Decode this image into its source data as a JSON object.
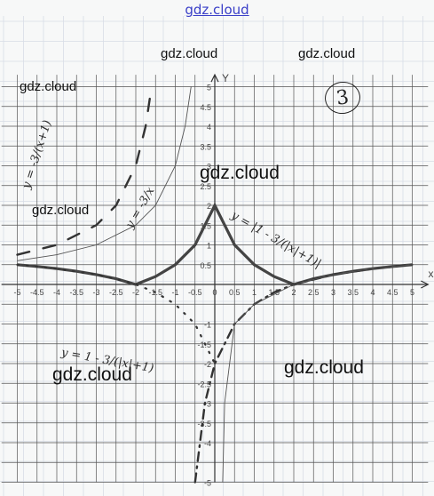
{
  "header": {
    "site_name": "gdz.cloud"
  },
  "watermarks": [
    "gdz.cloud",
    "gdz.cloud",
    "gdz.cloud",
    "gdz.cloud",
    "gdz.cloud",
    "gdz.cloud",
    "gdz.cloud"
  ],
  "task_number": "3",
  "chart_data": {
    "type": "line",
    "axes": {
      "x_label": "x",
      "y_label": "Y",
      "xlim": [
        -5,
        5
      ],
      "ylim": [
        -5,
        5
      ],
      "grid": true
    },
    "x_ticks": [
      "-5",
      "-4.5",
      "-4",
      "-3.5",
      "-3",
      "-2.5",
      "-2",
      "-1.5",
      "-1",
      "-0.5",
      "0",
      "0.5",
      "1",
      "1.5",
      "2",
      "2.5",
      "3",
      "3.5",
      "4",
      "4.5",
      "5"
    ],
    "y_ticks_pos": [
      "5",
      "4.5",
      "4",
      "3.5",
      "3",
      "2.5",
      "2",
      "1.5",
      "1",
      "0.5"
    ],
    "y_ticks_neg": [
      "-1",
      "-1.5",
      "-2",
      "-2.5",
      "-3",
      "-3.5",
      "-4",
      "-5"
    ],
    "series": [
      {
        "name": "y = |1 - 3/(|x|+1)|",
        "style": "bold",
        "points": [
          [
            -5,
            0.5
          ],
          [
            -4.5,
            0.4545
          ],
          [
            -4,
            0.4
          ],
          [
            -3.5,
            0.3333
          ],
          [
            -3,
            0.25
          ],
          [
            -2.5,
            0.1429
          ],
          [
            -2,
            0
          ],
          [
            -1.5,
            0.2
          ],
          [
            -1,
            0.5
          ],
          [
            -0.5,
            1
          ],
          [
            0,
            2
          ],
          [
            0.5,
            1
          ],
          [
            1,
            0.5
          ],
          [
            1.5,
            0.2
          ],
          [
            2,
            0
          ],
          [
            2.5,
            0.1429
          ],
          [
            3,
            0.25
          ],
          [
            3.5,
            0.3333
          ],
          [
            4,
            0.4
          ],
          [
            4.5,
            0.4545
          ],
          [
            5,
            0.5
          ]
        ]
      },
      {
        "name": "y = 1 - 3/(|x|+1)",
        "style": "dotted",
        "points": [
          [
            -5,
            0.5
          ],
          [
            -4,
            0.4
          ],
          [
            -3,
            0.25
          ],
          [
            -2.5,
            0.1429
          ],
          [
            -2,
            0
          ],
          [
            -1.5,
            -0.2
          ],
          [
            -1,
            -0.5
          ],
          [
            -0.5,
            -1
          ],
          [
            0,
            -2
          ]
        ]
      },
      {
        "name": "y = 1 - 3/(x+1)",
        "style": "dashdot",
        "points": [
          [
            -0.5,
            -5
          ],
          [
            -0.25,
            -3
          ],
          [
            0,
            -2
          ],
          [
            0.5,
            -1
          ],
          [
            1,
            -0.5
          ],
          [
            1.5,
            -0.2
          ],
          [
            2,
            0
          ],
          [
            3,
            0.25
          ],
          [
            4,
            0.4
          ],
          [
            5,
            0.5
          ]
        ]
      },
      {
        "name": "y = -3/x",
        "style": "thin",
        "points": [
          [
            -5,
            0.6
          ],
          [
            -4,
            0.75
          ],
          [
            -3,
            1
          ],
          [
            -2,
            1.5
          ],
          [
            -1.5,
            2
          ],
          [
            -1,
            3
          ],
          [
            -0.75,
            4
          ],
          [
            -0.6,
            5
          ]
        ]
      },
      {
        "name": "y = 1 - 3/(x+1)",
        "style": "thin",
        "points": [
          [
            0.2,
            -5
          ],
          [
            0.25,
            -3
          ],
          [
            0.5,
            -1
          ],
          [
            1,
            -0.5
          ],
          [
            2,
            0
          ],
          [
            3,
            0.25
          ],
          [
            4,
            0.4
          ],
          [
            5,
            0.5
          ]
        ]
      },
      {
        "name": "y = -3/(x+1)",
        "style": "dashed",
        "points": [
          [
            -5,
            0.75
          ],
          [
            -4,
            1
          ],
          [
            -3,
            1.5
          ],
          [
            -2.5,
            2
          ],
          [
            -2,
            3
          ],
          [
            -1.75,
            4
          ],
          [
            -1.6,
            5
          ]
        ]
      }
    ],
    "annotations": [
      {
        "text": "y = -3/(x+1)",
        "x": -4.7,
        "y": 2.4,
        "rotate": -72
      },
      {
        "text": "y = -3/x",
        "x": -2.1,
        "y": 1.4,
        "rotate": -60
      },
      {
        "text": "y = |1 - 3/(|x|+1)|",
        "x": 0.4,
        "y": 1.7,
        "rotate": 30
      },
      {
        "text": "y = 1 - 3/(|x|+1)",
        "x": -3.9,
        "y": -1.8,
        "rotate": 10
      }
    ]
  }
}
